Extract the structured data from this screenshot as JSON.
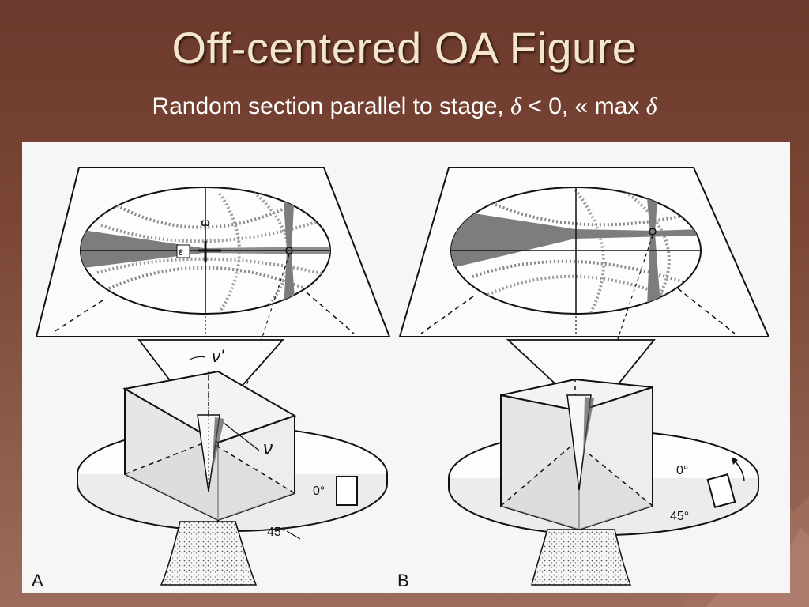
{
  "slide": {
    "title": "Off-centered OA Figure",
    "subtitle_text": "Random section parallel to stage,",
    "subtitle_delta1": "δ",
    "subtitle_rest": " < 0, « max ",
    "subtitle_delta2": "δ"
  },
  "figure": {
    "panel_a": {
      "letter": "A",
      "omega": "ω",
      "epsilon": "ε",
      "nu_prime": "ν'",
      "nu": "ν",
      "angle_0": "0°",
      "angle_45": "45°"
    },
    "panel_b": {
      "letter": "B",
      "angle_0": "0°",
      "angle_45": "45°"
    }
  },
  "colors": {
    "background": "#7a4535",
    "title": "#f3e6cc",
    "subtitle": "#ffffff",
    "figure_bg": "#f6f6f4"
  }
}
